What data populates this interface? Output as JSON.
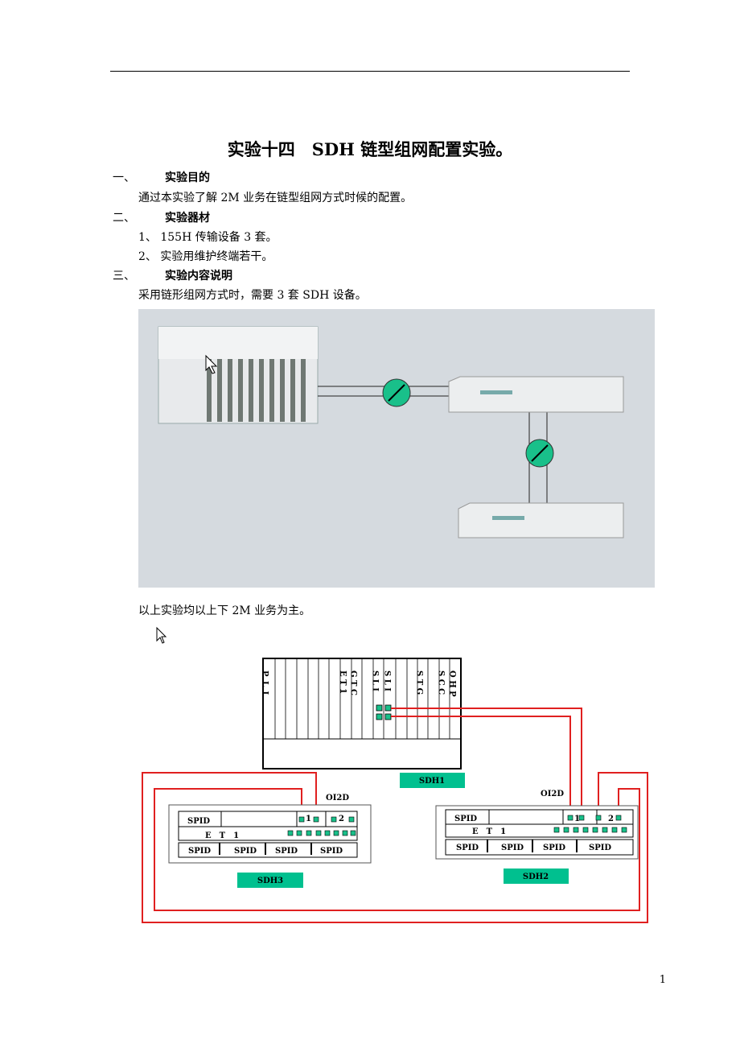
{
  "title": "实验十四　SDH 链型组网配置实验。",
  "sections": [
    {
      "num": "一、",
      "heading": "实验目的",
      "lines": [
        "通过本实验了解 2M 业务在链型组网方式时候的配置。"
      ]
    },
    {
      "num": "二、",
      "heading": "实验器材",
      "lines": [
        "1、 155H 传输设备 3 套。",
        "2、 实验用维护终端若干。"
      ]
    },
    {
      "num": "三、",
      "heading": "实验内容说明",
      "lines": [
        "采用链形组网方式时，需要 3 套 SDH 设备。"
      ]
    }
  ],
  "after_photo": "以上实验均以上下 2M 业务为主。",
  "diagram": {
    "sdh1_slots": [
      "P L I",
      "E T 1",
      "G T C",
      "S L I",
      "S L I",
      "S T G",
      "S C C",
      "O H P"
    ],
    "sdh1_label": "SDH1",
    "sdh2_label": "SDH2",
    "sdh3_label": "SDH3",
    "board_label": "OI2D",
    "spid": "SPID",
    "et1": "E　T　1",
    "port1": "1",
    "port2": "2"
  },
  "page_number": "1",
  "colors": {
    "accent": "#00c08f",
    "line": "#e02020",
    "photo_bg": "#d5dadf"
  }
}
